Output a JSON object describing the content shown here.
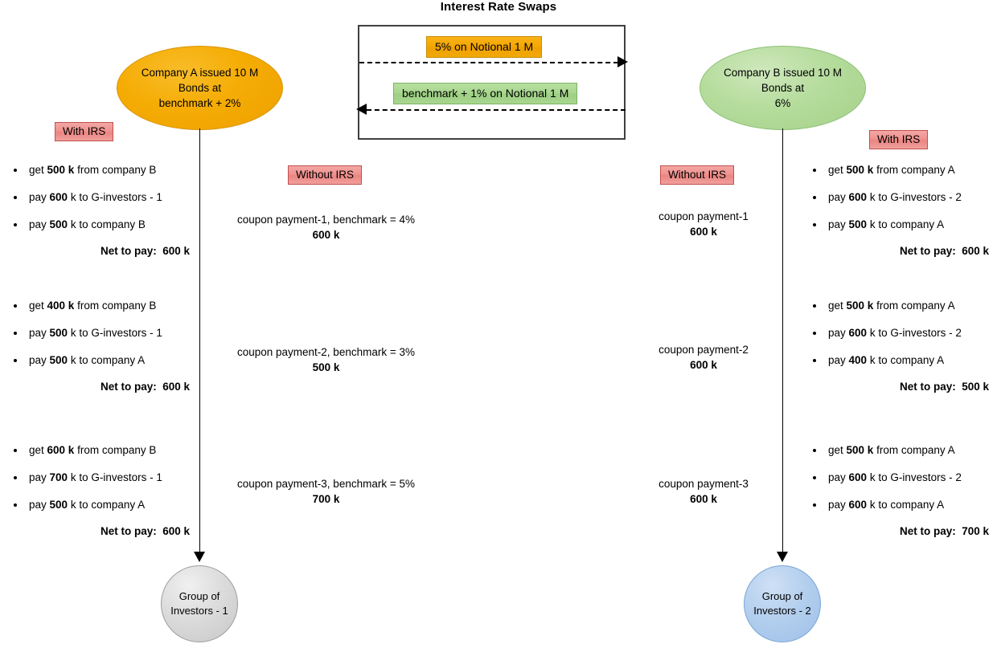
{
  "title": "Interest Rate Swaps",
  "swap_box": {
    "fixed_leg_label": "5% on Notional 1 M",
    "floating_leg_label": "benchmark + 1% on Notional 1 M",
    "fixed_leg_color": "#f5a700",
    "floating_leg_color": "#a7d68e",
    "arrow_right_direction": "right",
    "arrow_left_direction": "left"
  },
  "entities": {
    "company_a": {
      "label": "Company A issued 10 M\nBonds at\nbenchmark + 2%",
      "color": "#f5ac04"
    },
    "company_b": {
      "label": "Company B issued 10 M\nBonds at\n6%",
      "color": "#b5dc9c"
    },
    "investors_1": {
      "label": "Group of\nInvestors - 1",
      "color": "#dcdcdc"
    },
    "investors_2": {
      "label": "Group of\nInvestors - 2",
      "color": "#b4cfee"
    }
  },
  "badges": {
    "with_irs": "With IRS",
    "without_irs": "Without IRS",
    "color": "#ef918e"
  },
  "left_blocks": [
    {
      "bullets": [
        "get <b>500 k</b> from company B",
        "pay <b>600</b> k to G-investors - 1",
        "pay <b>500</b> k to company B"
      ],
      "net": "Net to pay:  600 k"
    },
    {
      "bullets": [
        "get <b>400 k</b> from company B",
        "pay <b>500</b> k to G-investors - 1",
        "pay <b>500</b> k to company A"
      ],
      "net": "Net to pay:  600 k"
    },
    {
      "bullets": [
        "get <b>600 k</b> from company B",
        "pay <b>700</b> k to G-investors - 1",
        "pay <b>500</b> k to company A"
      ],
      "net": "Net to pay:  600 k"
    }
  ],
  "right_blocks": [
    {
      "bullets": [
        "get <b>500 k</b> from company A",
        "pay <b>600</b> k to G-investors - 2",
        "pay <b>500</b> k to company A"
      ],
      "net": "Net to pay:  600 k"
    },
    {
      "bullets": [
        "get <b>500 k</b> from company A",
        "pay <b>600</b> k to G-investors - 2",
        "pay <b>400</b> k to company A"
      ],
      "net": "Net to pay:  500 k"
    },
    {
      "bullets": [
        "get <b>500 k</b> from company A",
        "pay <b>600</b> k to G-investors - 2",
        "pay <b>600</b> k to company A"
      ],
      "net": "Net to pay:  700 k"
    }
  ],
  "coupons_left": [
    {
      "label": "coupon payment-1, benchmark = 4%",
      "amount": "600 k"
    },
    {
      "label": "coupon payment-2, benchmark = 3%",
      "amount": "500 k"
    },
    {
      "label": "coupon payment-3, benchmark = 5%",
      "amount": "700 k"
    }
  ],
  "coupons_right": [
    {
      "label": "coupon payment-1",
      "amount": "600 k"
    },
    {
      "label": "coupon payment-2",
      "amount": "600 k"
    },
    {
      "label": "coupon payment-3",
      "amount": "600 k"
    }
  ]
}
